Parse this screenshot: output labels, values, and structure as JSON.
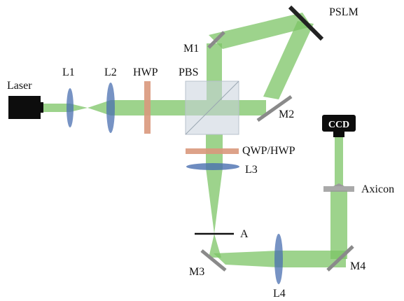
{
  "labels": {
    "laser": "Laser",
    "l1": "L1",
    "l2": "L2",
    "hwp": "HWP",
    "pbs": "PBS",
    "m1": "M1",
    "pslm": "PSLM",
    "m2": "M2",
    "qwp_hwp": "QWP/HWP",
    "l3": "L3",
    "ccd": "CCD",
    "axicon": "Axicon",
    "a": "A",
    "m3": "M3",
    "l4": "L4",
    "m4": "M4"
  },
  "colors": {
    "beam": "#7cc466",
    "lens": "#4a6fb0",
    "waveplate": "#d9987c",
    "mirror": "#8a8a8a",
    "pbs_cube": "#c9d2dc",
    "slm": "#222222",
    "laser_body": "#0d0d0d",
    "aperture": "#111111"
  }
}
